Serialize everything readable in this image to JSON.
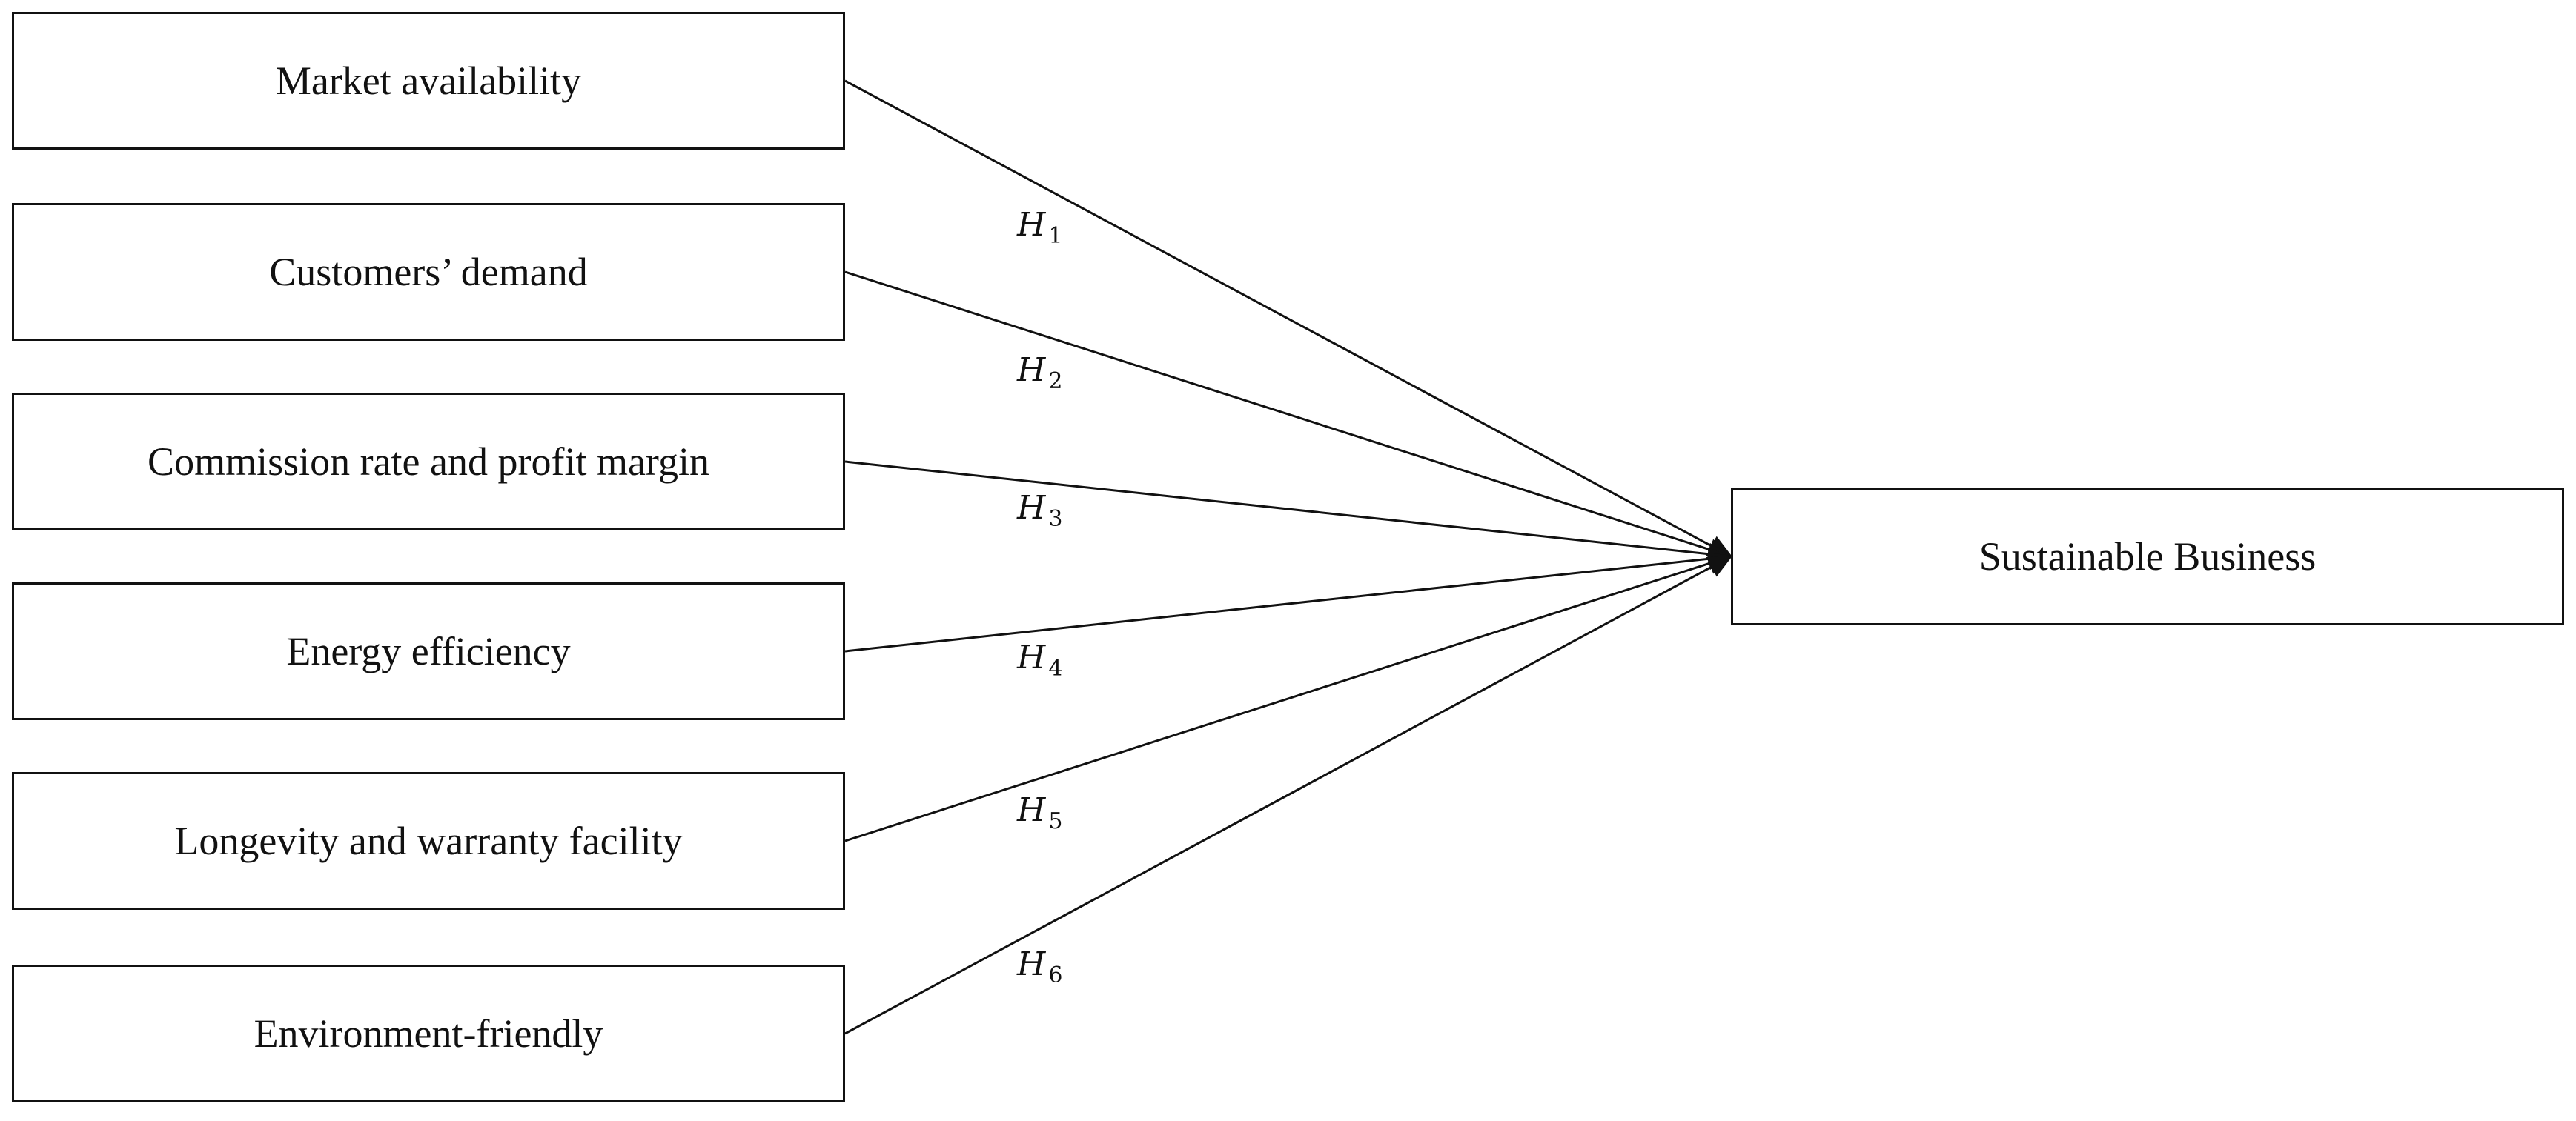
{
  "factors": [
    {
      "label": "Market availability"
    },
    {
      "label": "Customers’ demand"
    },
    {
      "label": "Commission rate and profit margin"
    },
    {
      "label": "Energy efficiency"
    },
    {
      "label": "Longevity and warranty facility"
    },
    {
      "label": "Environment-friendly"
    }
  ],
  "outcome": {
    "label": "Sustainable Business"
  },
  "hypotheses": [
    {
      "letter": "H",
      "index": "1"
    },
    {
      "letter": "H",
      "index": "2"
    },
    {
      "letter": "H",
      "index": "3"
    },
    {
      "letter": "H",
      "index": "4"
    },
    {
      "letter": "H",
      "index": "5"
    },
    {
      "letter": "H",
      "index": "6"
    }
  ],
  "colors": {
    "line": "#111111",
    "box_border": "#111111",
    "background": "#ffffff"
  }
}
